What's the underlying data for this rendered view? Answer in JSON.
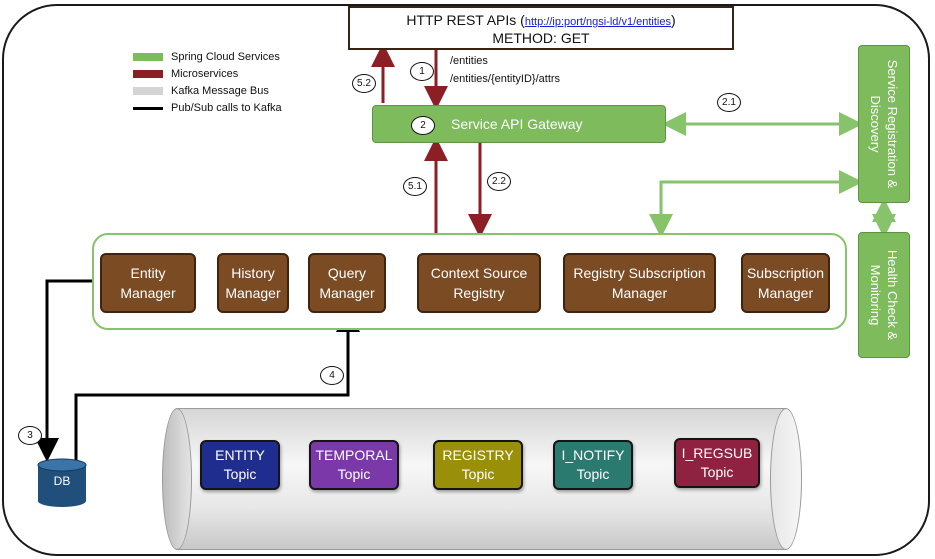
{
  "http": {
    "title": "HTTP REST APIs",
    "url": "http://ip:port/ngsi-ld/v1/entities",
    "method": "METHOD: GET",
    "paths": [
      "/entities",
      "/entities/{entityID}/attrs"
    ]
  },
  "legend": [
    {
      "label": "Spring Cloud Services",
      "color": "#7dbb5c"
    },
    {
      "label": "Microservices",
      "color": "#8b1f24"
    },
    {
      "label": "Kafka Message Bus",
      "color": "#d4d4d4"
    },
    {
      "label": "Pub/Sub calls to Kafka",
      "color": "#000000"
    }
  ],
  "gateway": {
    "label": "Service API Gateway",
    "step": "2"
  },
  "steps": {
    "s1": "1",
    "s52": "5.2",
    "s21": "2.1",
    "s51": "5.1",
    "s22": "2.2",
    "s3": "3",
    "s4": "4"
  },
  "services": {
    "registry": "Service Registration & Discovery",
    "health": "Health Check & Monitoring"
  },
  "microservices": [
    {
      "line1": "Entity",
      "line2": "Manager"
    },
    {
      "line1": "History",
      "line2": "Manager"
    },
    {
      "line1": "Query",
      "line2": "Manager"
    },
    {
      "line1": "Context Source",
      "line2": "Registry"
    },
    {
      "line1": "Registry Subscription",
      "line2": "Manager"
    },
    {
      "line1": "Subscription",
      "line2": "Manager"
    }
  ],
  "topics": [
    {
      "line1": "ENTITY",
      "line2": "Topic",
      "color": "#1f2d8e"
    },
    {
      "line1": "TEMPORAL",
      "line2": "Topic",
      "color": "#7a38a8"
    },
    {
      "line1": "REGISTRY",
      "line2": "Topic",
      "color": "#9a8f08"
    },
    {
      "line1": "I_NOTIFY",
      "line2": "Topic",
      "color": "#2b7a70"
    },
    {
      "line1": "I_REGSUB",
      "line2": "Topic",
      "color": "#8e2240"
    }
  ],
  "db": {
    "label": "DB",
    "color": "#1f4f7a"
  }
}
